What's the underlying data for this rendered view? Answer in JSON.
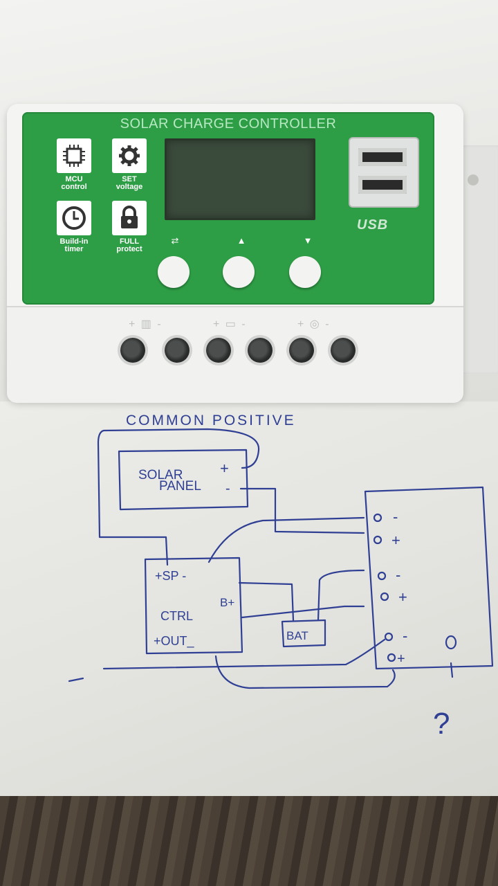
{
  "controller": {
    "title": "SOLAR CHARGE CONTROLLER",
    "features": [
      {
        "icon": "mcu-chip-icon",
        "line1": "MCU",
        "line2": "control"
      },
      {
        "icon": "gear-icon",
        "line1": "SET",
        "line2": "voltage"
      },
      {
        "icon": "clock-icon",
        "line1": "Build-in",
        "line2": "timer"
      },
      {
        "icon": "lock-icon",
        "line1": "FULL",
        "line2": "protect"
      }
    ],
    "usb_label": "USB",
    "buttons": [
      {
        "icon": "menu-icon",
        "symbol": "⇄"
      },
      {
        "icon": "up-arrow-icon",
        "symbol": "▲"
      },
      {
        "icon": "down-arrow-icon",
        "symbol": "▼"
      }
    ],
    "terminal_groups": [
      {
        "icon": "solar-panel-icon",
        "symbol": "+ ▥ -"
      },
      {
        "icon": "battery-icon",
        "symbol": "+ ▭ -"
      },
      {
        "icon": "lamp-icon",
        "symbol": "+ ◎ -"
      }
    ]
  },
  "sketch": {
    "heading": "COMMON POSITIVE",
    "solar_panel_label_1": "SOLAR",
    "solar_panel_label_2": "PANEL",
    "solar_plus": "+",
    "solar_minus": "-",
    "ctrl_sp": "+SP -",
    "ctrl_b": "B+",
    "ctrl_label": "CTRL",
    "ctrl_out": "+OUT_",
    "battery_label": "BAT",
    "terminals": [
      "-",
      "+",
      "-",
      "+",
      "-",
      "+"
    ],
    "load_circle": "O",
    "question": "?"
  },
  "colors": {
    "panel_green": "#2e9e46",
    "ink_blue": "#2f3f93"
  }
}
